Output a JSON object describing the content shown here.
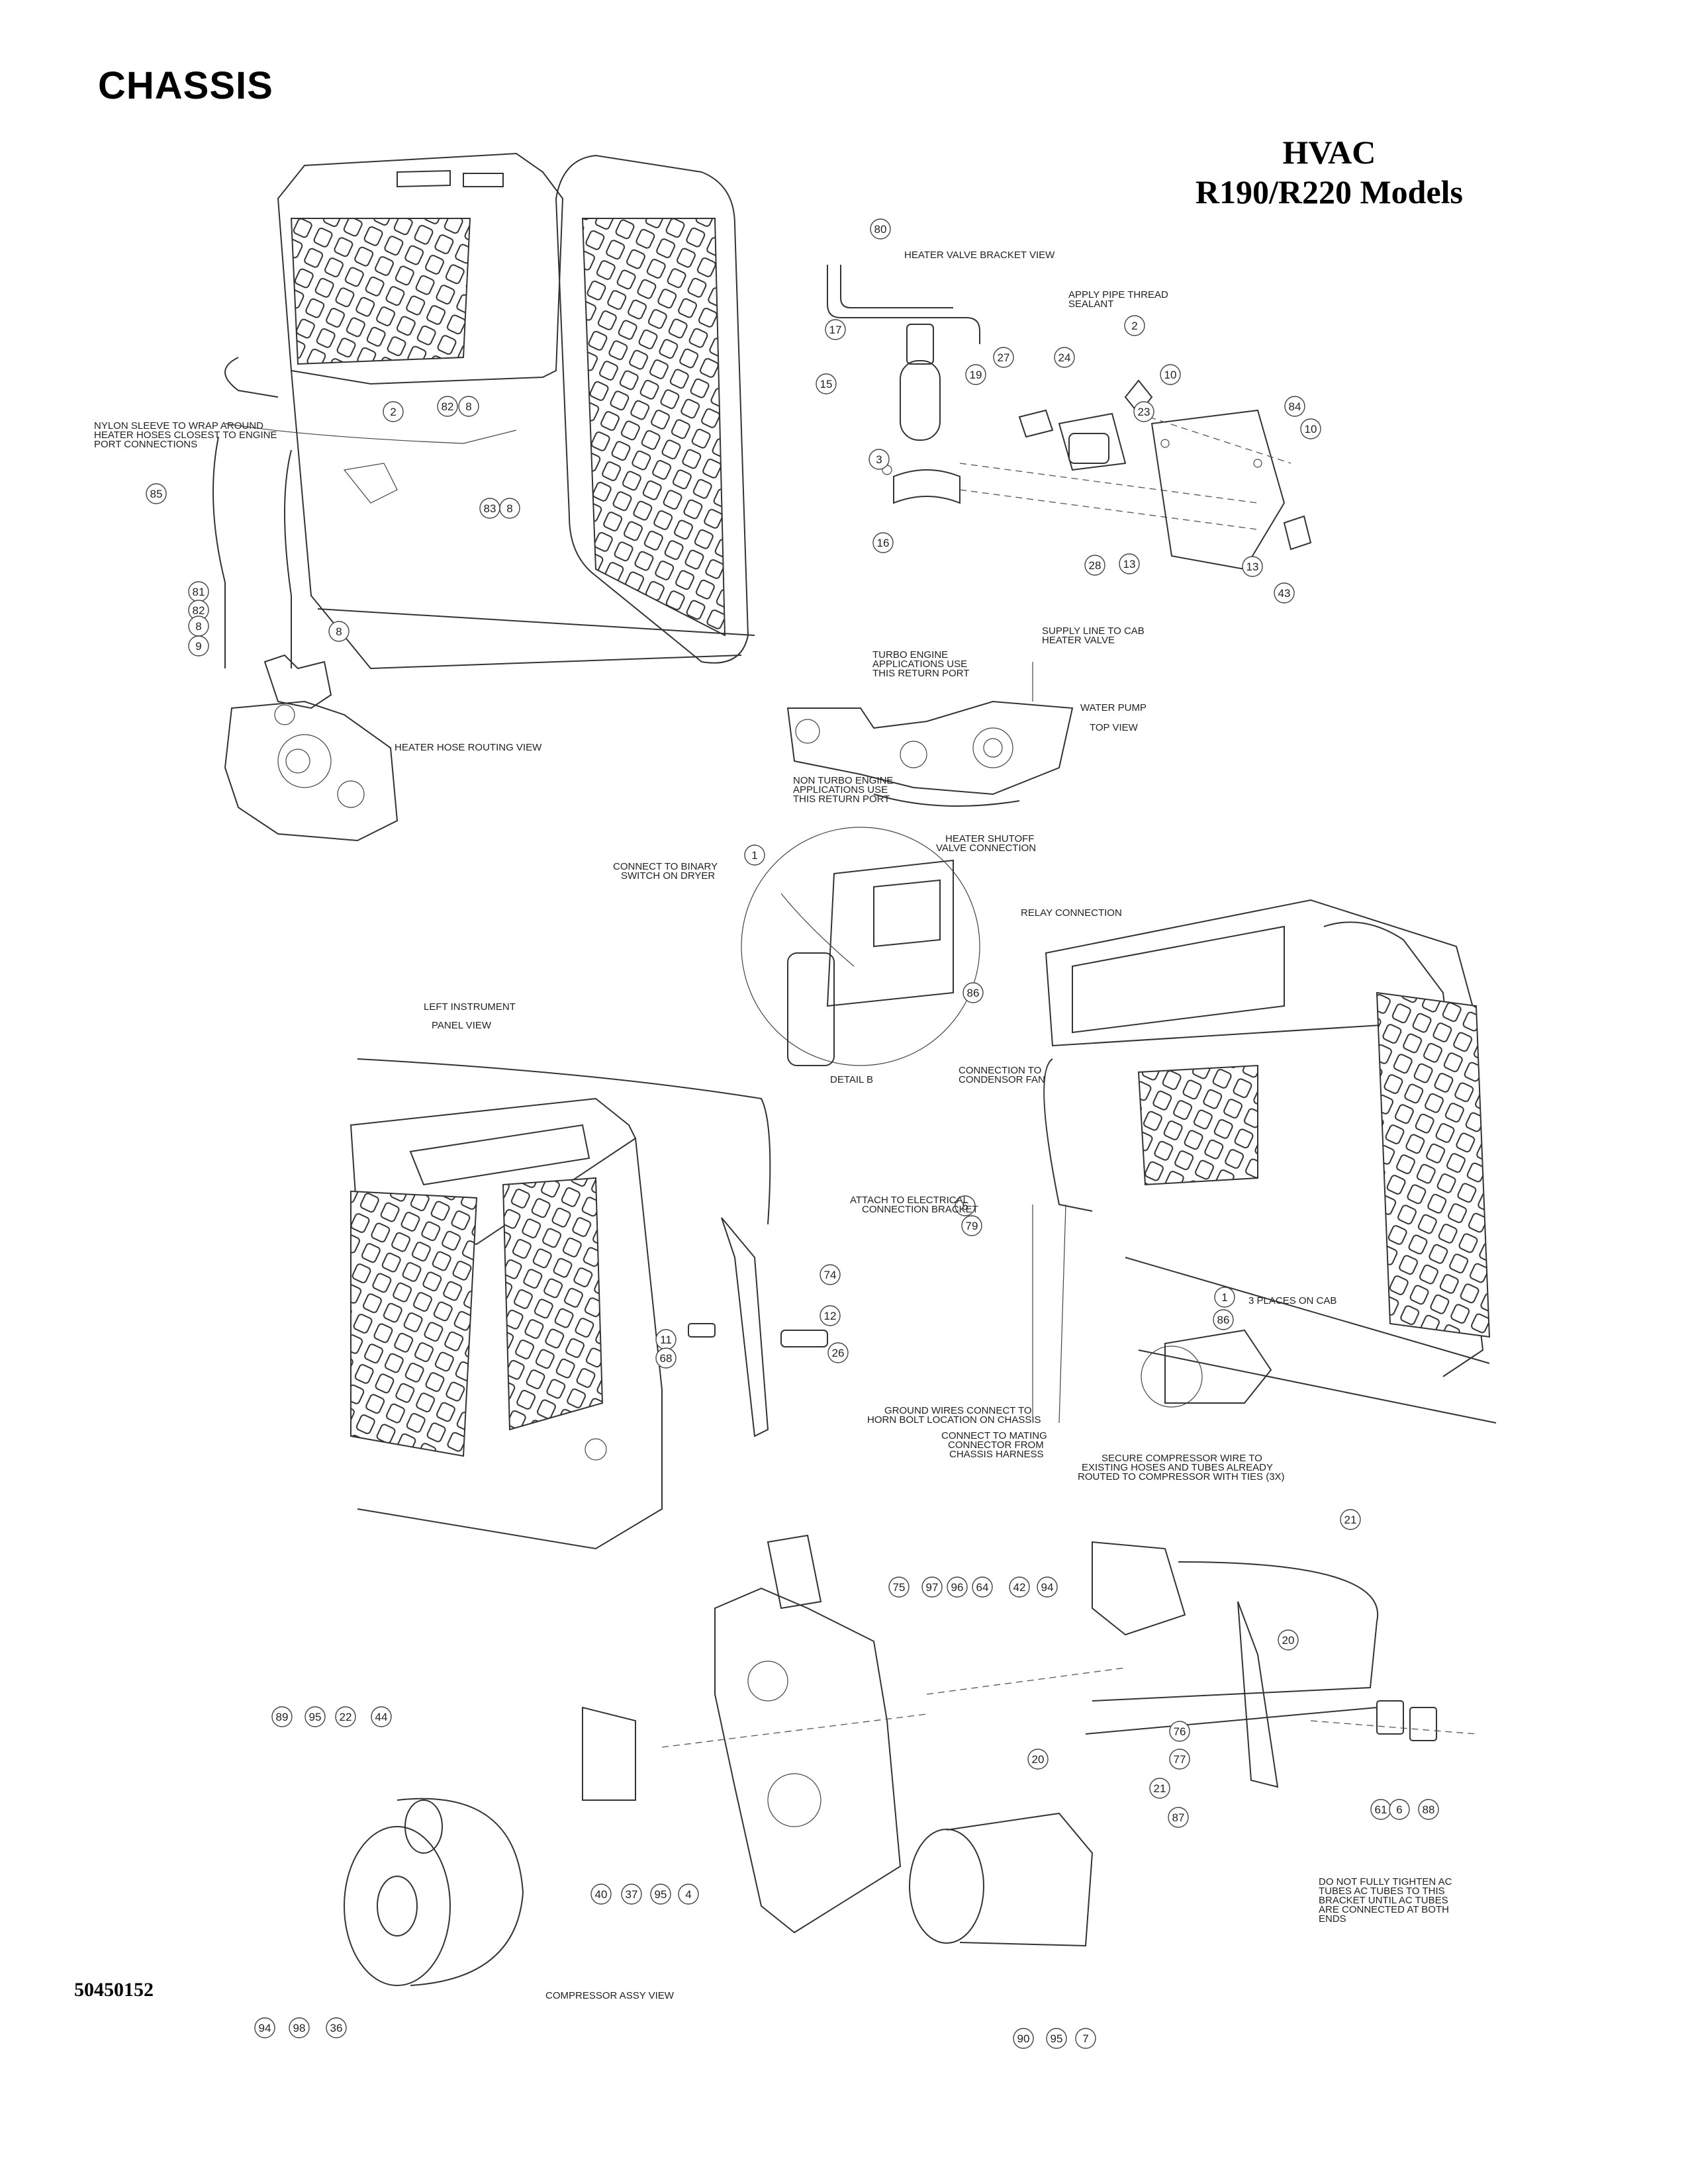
{
  "header": {
    "section": "CHASSIS",
    "title_line1": "HVAC",
    "title_line2": "R190/R220 Models"
  },
  "footer": {
    "document_number": "50450152"
  },
  "notes": [
    "NYLON SLEEVE TO WRAP AROUND",
    "HEATER HOSES CLOSEST TO ENGINE",
    "PORT CONNECTIONS",
    "HEATER HOSE ROUTING VIEW",
    "HEATER VALVE BRACKET VIEW",
    "APPLY PIPE THREAD",
    "SEALANT",
    "TURBO ENGINE",
    "APPLICATIONS USE",
    "THIS RETURN PORT",
    "NON TURBO ENGINE",
    "APPLICATIONS USE",
    "THIS RETURN PORT",
    "SUPPLY LINE TO CAB",
    "HEATER VALVE",
    "WATER PUMP",
    "TOP VIEW",
    "CONNECT TO BINARY",
    "SWITCH ON DRYER",
    "HEATER SHUTOFF",
    "VALVE CONNECTION",
    "RELAY CONNECTION",
    "DETAIL B",
    "LEFT INSTRUMENT",
    "PANEL VIEW",
    "CONNECTION TO",
    "CONDENSOR FAN",
    "ATTACH TO ELECTRICAL",
    "CONNECTION BRACKET",
    "3 PLACES ON CAB",
    "GROUND WIRES CONNECT TO",
    "HORN BOLT LOCATION ON CHASSIS",
    "CONNECT TO MATING",
    "CONNECTOR FROM",
    "CHASSIS HARNESS",
    "SECURE COMPRESSOR WIRE TO",
    "EXISTING HOSES AND TUBES ALREADY",
    "ROUTED TO COMPRESSOR WITH TIES (3X)",
    "DO NOT FULLY TIGHTEN AC",
    "TUBES AC TUBES TO THIS",
    "BRACKET UNTIL AC TUBES",
    "ARE CONNECTED AT BOTH",
    "ENDS",
    "COMPRESSOR ASSY VIEW"
  ],
  "callouts": [
    "2",
    "82",
    "8",
    "83",
    "8",
    "85",
    "81",
    "82",
    "8",
    "8",
    "9",
    "80",
    "17",
    "19",
    "15",
    "27",
    "24",
    "2",
    "10",
    "23",
    "84",
    "10",
    "3",
    "16",
    "28",
    "13",
    "13",
    "43",
    "1",
    "86",
    "74",
    "12",
    "26",
    "11",
    "68",
    "5",
    "79",
    "1",
    "86",
    "21",
    "20",
    "75",
    "97",
    "96",
    "64",
    "42",
    "94",
    "89",
    "95",
    "22",
    "44",
    "76",
    "77",
    "20",
    "21",
    "87",
    "61",
    "6",
    "88",
    "40",
    "37",
    "95",
    "4",
    "94",
    "98",
    "36",
    "90",
    "95",
    "7"
  ]
}
